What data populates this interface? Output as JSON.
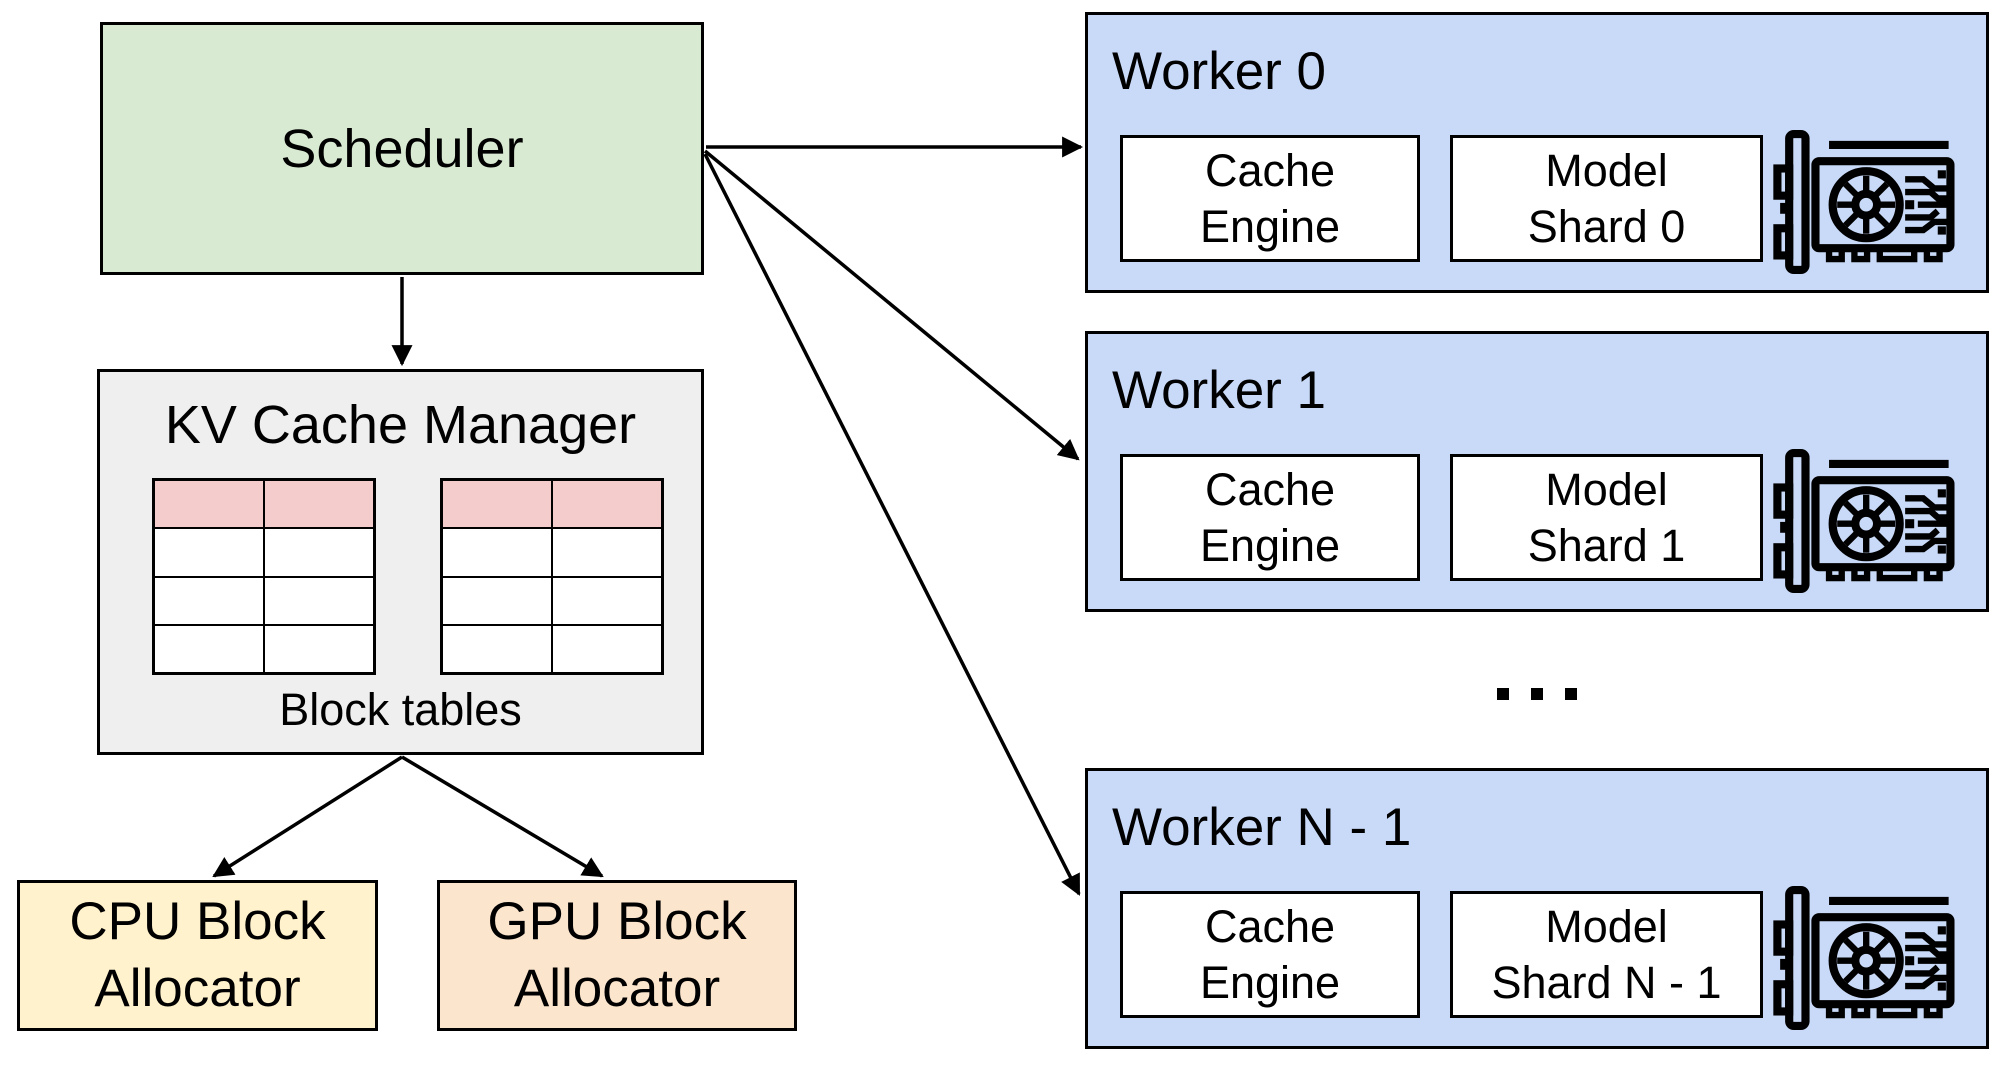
{
  "scheduler": {
    "label": "Scheduler"
  },
  "kv_cache_manager": {
    "title": "KV Cache Manager",
    "caption": "Block tables",
    "block_tables": {
      "count": 2,
      "columns": 2,
      "rows": 4,
      "header_row_color": "#f4cccc",
      "cell_color": "#ffffff"
    }
  },
  "allocators": {
    "cpu": {
      "lines": [
        "CPU Block",
        "Allocator"
      ]
    },
    "gpu": {
      "lines": [
        "GPU Block",
        "Allocator"
      ]
    }
  },
  "workers": [
    {
      "title": "Worker 0",
      "cache_engine_lines": [
        "Cache",
        "Engine"
      ],
      "model_shard_lines": [
        "Model",
        "Shard 0"
      ]
    },
    {
      "title": "Worker 1",
      "cache_engine_lines": [
        "Cache",
        "Engine"
      ],
      "model_shard_lines": [
        "Model",
        "Shard 1"
      ]
    },
    {
      "title": "Worker N - 1",
      "cache_engine_lines": [
        "Cache",
        "Engine"
      ],
      "model_shard_lines": [
        "Model",
        "Shard N - 1"
      ]
    }
  ],
  "ellipsis": "…",
  "connections": [
    {
      "from": "scheduler",
      "to": "kv-cache-manager"
    },
    {
      "from": "scheduler",
      "to": "worker-0"
    },
    {
      "from": "scheduler",
      "to": "worker-1"
    },
    {
      "from": "scheduler",
      "to": "worker-n-1"
    },
    {
      "from": "kv-cache-manager",
      "to": "cpu-block-allocator"
    },
    {
      "from": "kv-cache-manager",
      "to": "gpu-block-allocator"
    }
  ],
  "colors": {
    "scheduler_green": "#d9ead3",
    "kv_gray": "#efefef",
    "table_header_pink": "#f4cccc",
    "cpu_yellow": "#fff2cc",
    "gpu_orange": "#fce5cd",
    "worker_blue": "#c9daf8",
    "line_black": "#000000"
  }
}
